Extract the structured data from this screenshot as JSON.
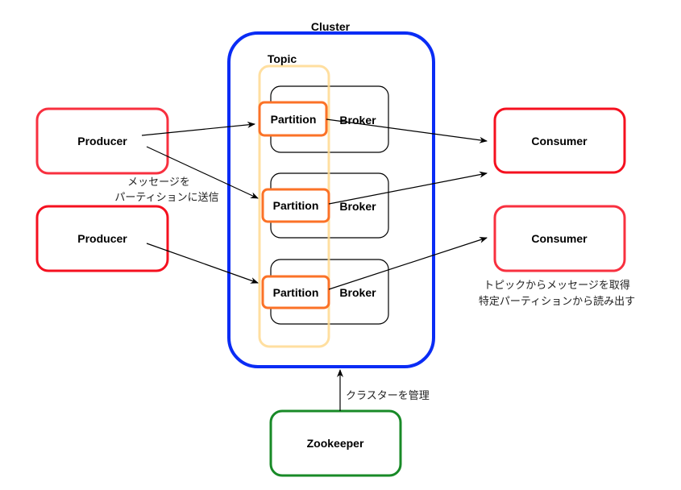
{
  "colors": {
    "cluster": "#0a2cf5",
    "topic": "#ffd98f",
    "partition": "#fb7227",
    "broker": "#000000",
    "producer_1": "#f8303f",
    "producer_2": "#f5101f",
    "consumer_1": "#f5101f",
    "consumer_2": "#f8303f",
    "zookeeper": "#188a27",
    "arrow": "#000000"
  },
  "cluster": {
    "label": "Cluster"
  },
  "topic": {
    "label": "Topic"
  },
  "brokers": [
    {
      "label": "Broker",
      "partition": "Partition"
    },
    {
      "label": "Broker",
      "partition": "Partition"
    },
    {
      "label": "Broker",
      "partition": "Partition"
    }
  ],
  "producers": [
    {
      "label": "Producer"
    },
    {
      "label": "Producer"
    }
  ],
  "consumers": [
    {
      "label": "Consumer"
    },
    {
      "label": "Consumer"
    }
  ],
  "zookeeper": {
    "label": "Zookeeper"
  },
  "notes": {
    "producer_note": [
      "メッセージを",
      "パーティションに送信"
    ],
    "consumer_note": [
      "トピックからメッセージを取得",
      "特定パーティションから読み出す"
    ],
    "zookeeper_note": "クラスターを管理"
  }
}
